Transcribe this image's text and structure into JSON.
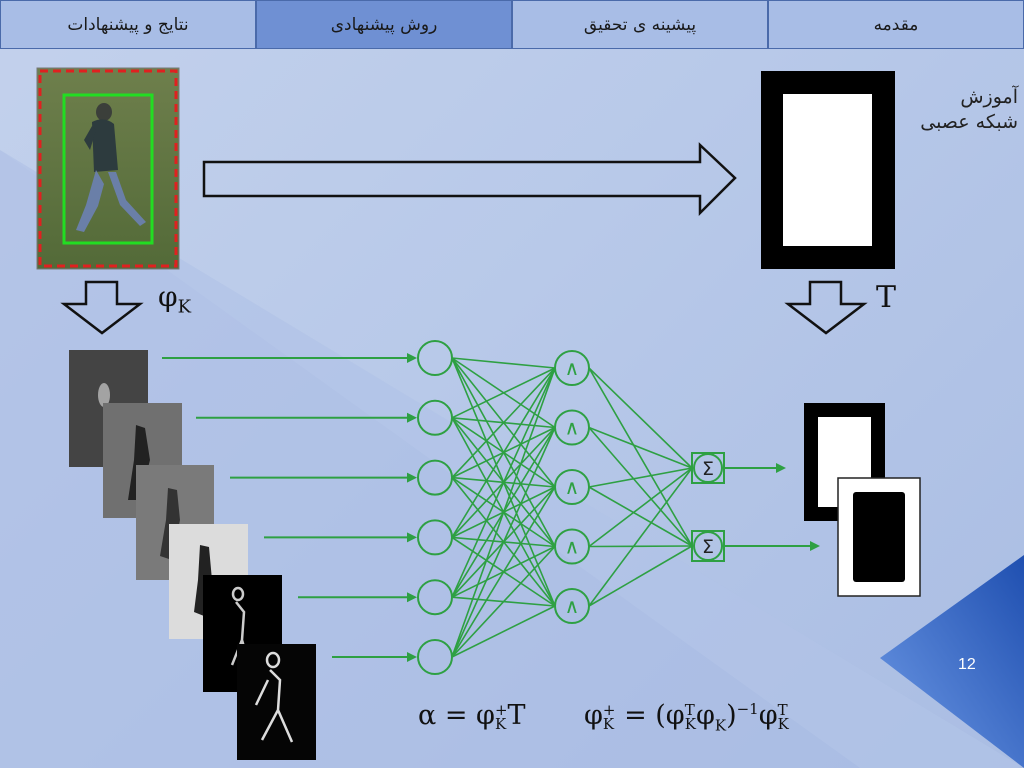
{
  "tabs": [
    {
      "label": "مقدمه",
      "active": false
    },
    {
      "label": "پیشینه ی تحقیق",
      "active": false
    },
    {
      "label": "روش پیشنهادی",
      "active": true
    },
    {
      "label": "نتایج و پیشنهادات",
      "active": false
    }
  ],
  "training_label": [
    "آموزش",
    "شبکه عصبی"
  ],
  "phi_k_label": "φK",
  "t_label": "T",
  "formula_alpha": "α = φK+T",
  "formula_pinv": "φK+ = (φKTφK)−1φKT",
  "hidden_node_symbol": "∧",
  "output_node_symbol": "Σ",
  "page_number": "12",
  "colors": {
    "tab_bg": "#a8bde6",
    "tab_active_bg": "#6f90d3",
    "network_green": "#2ea043",
    "bbox_red": "#e02020",
    "bbox_green": "#22dd22"
  },
  "network": {
    "input_nodes": 6,
    "hidden_nodes": 5,
    "output_nodes": 2
  }
}
